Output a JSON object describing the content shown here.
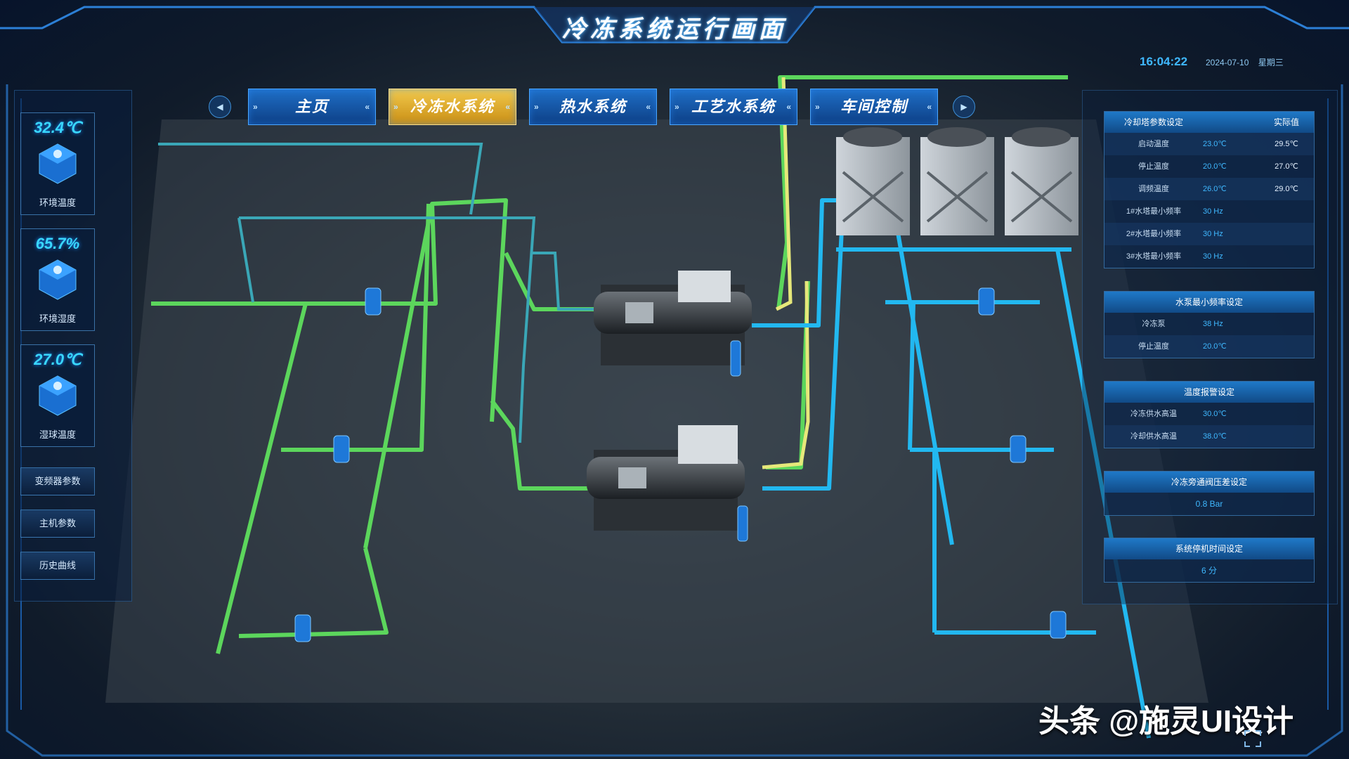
{
  "header": {
    "title": "冷冻系统运行画面",
    "time": "16:04:22",
    "date": "2024-07-10",
    "weekday": "星期三"
  },
  "sensors": [
    {
      "value": "32.4℃",
      "label": "环境温度"
    },
    {
      "value": "65.7%",
      "label": "环境湿度"
    },
    {
      "value": "27.0℃",
      "label": "湿球温度"
    }
  ],
  "left_buttons": [
    "变频器参数",
    "主机参数",
    "历史曲线"
  ],
  "tabs": [
    {
      "label": "主页",
      "active": false
    },
    {
      "label": "冷冻水系统",
      "active": true
    },
    {
      "label": "热水系统",
      "active": false
    },
    {
      "label": "工艺水系统",
      "active": false
    },
    {
      "label": "车间控制",
      "active": false
    }
  ],
  "cooling_tower": {
    "title": "冷却塔参数设定",
    "actual_header": "实际值",
    "rows": [
      {
        "name": "启动温度",
        "set": "23.0℃",
        "actual": "29.5℃"
      },
      {
        "name": "停止温度",
        "set": "20.0℃",
        "actual": "27.0℃"
      },
      {
        "name": "调频温度",
        "set": "26.0℃",
        "actual": "29.0℃"
      },
      {
        "name": "1#水塔最小频率",
        "set": "30 Hz",
        "actual": ""
      },
      {
        "name": "2#水塔最小频率",
        "set": "30 Hz",
        "actual": ""
      },
      {
        "name": "3#水塔最小频率",
        "set": "30 Hz",
        "actual": ""
      }
    ]
  },
  "pump_min_freq": {
    "title": "水泵最小频率设定",
    "rows": [
      {
        "name": "冷冻泵",
        "set": "38 Hz"
      },
      {
        "name": "停止温度",
        "set": "20.0℃"
      }
    ]
  },
  "temp_alarm": {
    "title": "温度报警设定",
    "rows": [
      {
        "name": "冷冻供水高温",
        "set": "30.0℃"
      },
      {
        "name": "冷却供水高温",
        "set": "38.0℃"
      }
    ]
  },
  "bypass_valve": {
    "title": "冷冻旁通阀压差设定",
    "value": "0.8 Bar"
  },
  "shutdown": {
    "title": "系统停机时间设定",
    "value": "6 分"
  },
  "watermark": "头条 @施灵UI设计",
  "colors": {
    "accent_blue": "#1f79c8",
    "active_tab": "#f2c94c",
    "pipe_green": "#5cd65c",
    "pipe_cyan": "#22b8f0",
    "pipe_yellow": "#e6e87a"
  }
}
